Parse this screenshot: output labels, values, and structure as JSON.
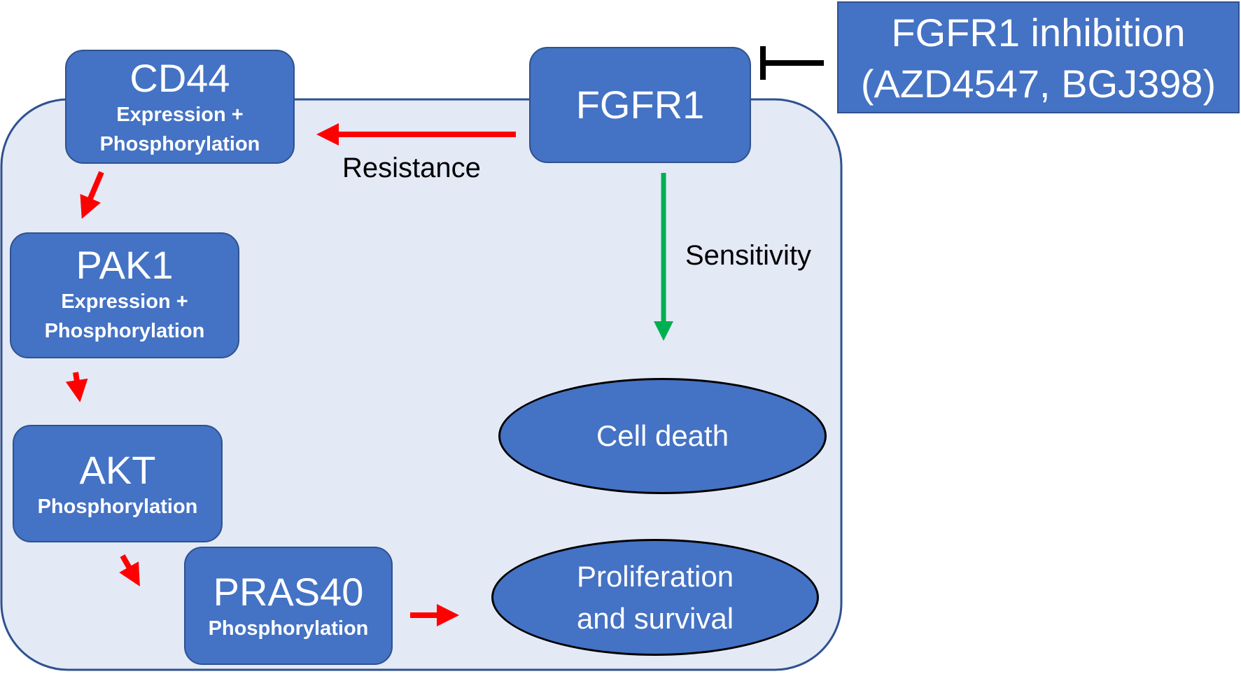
{
  "nodes": {
    "cd44": {
      "title": "CD44",
      "subtitle_1": "Expression +",
      "subtitle_2": "Phosphorylation"
    },
    "pak1": {
      "title": "PAK1",
      "subtitle_1": "Expression +",
      "subtitle_2": "Phosphorylation"
    },
    "akt": {
      "title": "AKT",
      "subtitle": "Phosphorylation"
    },
    "pras40": {
      "title": "PRAS40",
      "subtitle": "Phosphorylation"
    },
    "fgfr1": {
      "title": "FGFR1"
    },
    "inhibition": {
      "line_1": "FGFR1 inhibition",
      "line_2": "(AZD4547, BGJ398)"
    },
    "cell_death": {
      "label": "Cell death"
    },
    "proliferation": {
      "line_1": "Proliferation",
      "line_2": "and survival"
    }
  },
  "edge_labels": {
    "resistance": "Resistance",
    "sensitivity": "Sensitivity"
  },
  "colors": {
    "cell_fill": "#e4e9f6",
    "cell_stroke": "#2f528f",
    "node_fill": "#4472c4",
    "resistance_arrow": "#ff0000",
    "sensitivity_arrow": "#00b050",
    "inhibition_line": "#000000"
  }
}
